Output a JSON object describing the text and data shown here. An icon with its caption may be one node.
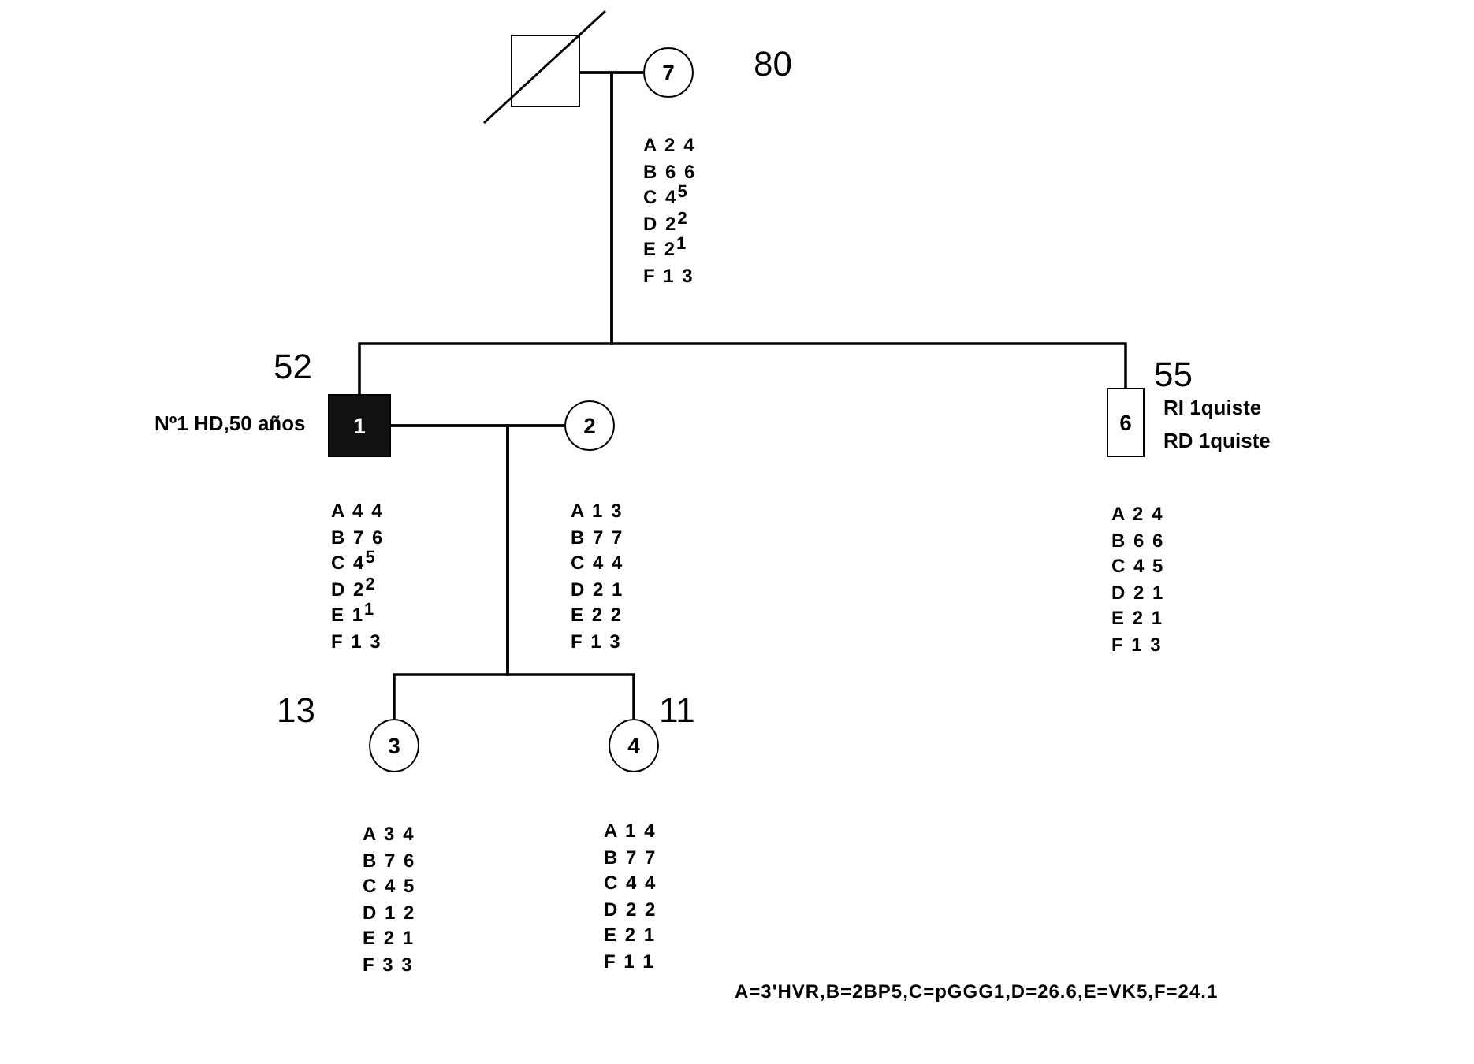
{
  "diagram": {
    "nodes": [
      {
        "text": [],
        "shape": "box"
      },
      {
        "text": [
          "7"
        ],
        "beside": [
          "80",
          "A 2 4",
          "B 6 6",
          "C 4$^{5}$",
          "D 2$^{2}$",
          "E 2$^{1}$",
          "F 1 3"
        ]
      },
      {
        "text": [
          "1"
        ],
        "beside": [
          "52",
          "Nº1 HD,50 años",
          "A 4 4",
          "B 7 6",
          "C 4$^{5}$",
          "D 2$^{2}$",
          "E 1$^{1}$",
          "F 1 3"
        ]
      },
      {
        "text": [
          "2"
        ],
        "beside": [
          "A 1 3",
          "B 7 7",
          "C 4 4",
          "D 2 1",
          "E 2 2",
          "F 1 3"
        ]
      },
      {
        "text": [
          "6"
        ],
        "beside": [
          "55",
          "RI 1quiste",
          "RD 1quiste",
          "A 2 4",
          "B 6 6",
          "C 4 5",
          "D 2 1",
          "E 2 1",
          "F 1 3"
        ]
      },
      {
        "text": [
          "3"
        ],
        "beside": [
          "13",
          "A 3 4",
          "B 7 6",
          "C 4 5",
          "D 1 2",
          "E 2 1",
          "F 3 3"
        ]
      },
      {
        "text": [
          "4"
        ],
        "beside": [
          "11",
          "A 1 4",
          "B 7 7",
          "C 4 4",
          "D 2 2",
          "E 2 1",
          "F 1 1"
        ]
      }
    ],
    "edges": [
      {
        "from": 0,
        "to": 1,
        "arrow": "none"
      },
      {
        "from": 0,
        "to": 2,
        "arrow": "none"
      },
      {
        "from": 1,
        "to": 2,
        "arrow": "none"
      },
      {
        "from": 0,
        "to": 4,
        "arrow": "none"
      },
      {
        "from": 1,
        "to": 4,
        "arrow": "none"
      },
      {
        "from": 2,
        "to": 3,
        "arrow": "none"
      },
      {
        "from": 2,
        "to": 5,
        "arrow": "none"
      },
      {
        "from": 3,
        "to": 5,
        "arrow": "none"
      },
      {
        "from": 2,
        "to": 6,
        "arrow": "none"
      },
      {
        "from": 3,
        "to": 6,
        "arrow": "none"
      }
    ],
    "labels": [
      "A=3'HVR,B=2BP5,C=pGGG1,D=26.6,E=VK5,F=24.1"
    ]
  }
}
